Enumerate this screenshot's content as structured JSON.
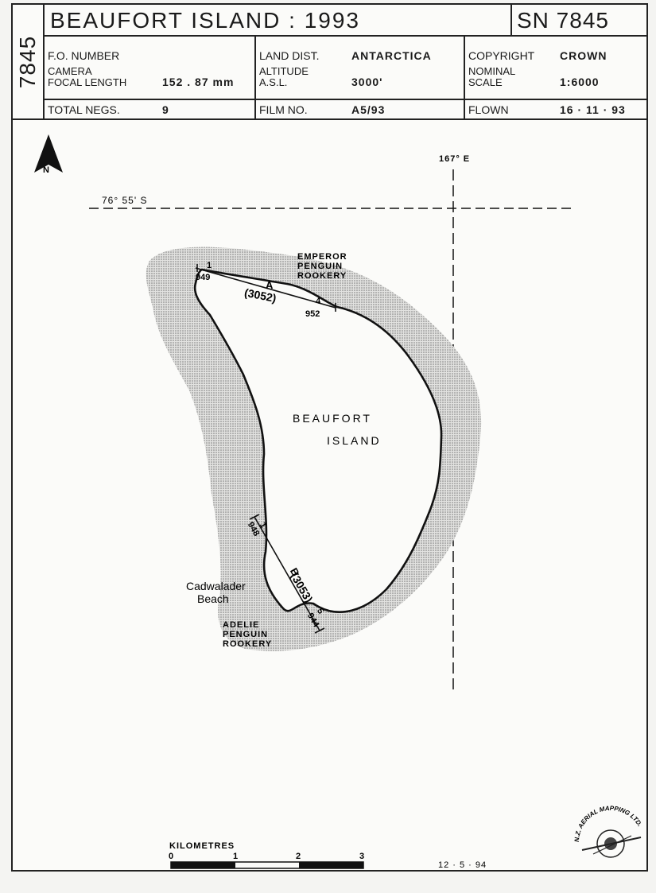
{
  "sheet_id": "7845",
  "title": "BEAUFORT  ISLAND  :  1993",
  "serial": "SN  7845",
  "header": {
    "fo_number_label": "F.O. NUMBER",
    "camera_label_1": "CAMERA",
    "camera_label_2": "FOCAL LENGTH",
    "camera_value": "152 . 87 mm",
    "total_negs_label": "TOTAL NEGS.",
    "total_negs_value": "9",
    "land_dist_label": "LAND DIST.",
    "land_dist_value": "ANTARCTICA",
    "altitude_label_1": "ALTITUDE",
    "altitude_label_2": "A.S.L.",
    "altitude_value": "3000'",
    "film_label": "FILM NO.",
    "film_value": "A5/93",
    "copyright_label": "COPYRIGHT",
    "copyright_value": "CROWN",
    "scale_label_1": "NOMINAL",
    "scale_label_2": "SCALE",
    "scale_value": "1:6000",
    "flown_label": "FLOWN",
    "flown_value": "16 · 11 · 93"
  },
  "map": {
    "north_label": "N",
    "latitude_label": "76° 55' S",
    "longitude_label": "167° E",
    "island_name_1": "BEAUFORT",
    "island_name_2": "ISLAND",
    "emperor_1": "EMPEROR",
    "emperor_2": "PENGUIN",
    "emperor_3": "ROOKERY",
    "adelie_1": "ADELIE",
    "adelie_2": "PENGUIN",
    "adelie_3": "ROOKERY",
    "beach_1": "Cadwalader",
    "beach_2": "Beach",
    "run_a": {
      "letter": "A",
      "run_number": "(3052)",
      "start_frame": "1",
      "end_frame": "4",
      "start_photo": "949",
      "end_photo": "952"
    },
    "run_b": {
      "letter": "B",
      "run_number": "(3053)",
      "start_frame": "1",
      "end_frame": "5",
      "start_photo": "948",
      "end_photo": "944"
    }
  },
  "scale_bar": {
    "title": "KILOMETRES",
    "ticks": [
      "0",
      "1",
      "2",
      "3"
    ]
  },
  "date_stamp": "12 · 5 · 94",
  "stamp_text": "N.Z. AERIAL MAPPING LTD."
}
